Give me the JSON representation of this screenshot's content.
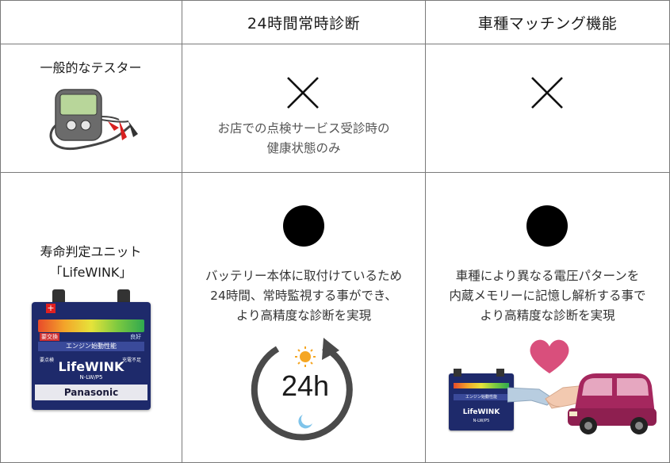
{
  "table": {
    "headers": [
      "24時間常時診断",
      "車種マッチング機能"
    ],
    "rows": [
      {
        "label": "一般的なテスター",
        "col1": {
          "mark": "cross",
          "note_lines": [
            "お店での点検サービス受診時の",
            "健康状態のみ"
          ]
        },
        "col2": {
          "mark": "cross"
        }
      },
      {
        "label_lines": [
          "寿命判定ユニット",
          "「LifeWINK」"
        ],
        "col1": {
          "mark": "dot",
          "desc_lines": [
            "バッテリー本体に取付けているため",
            "24時間、常時監視する事ができ、",
            "より高精度な診断を実現"
          ]
        },
        "col2": {
          "mark": "dot",
          "desc_lines": [
            "車種により異なる電圧パターンを",
            "内蔵メモリーに記憶し解析する事で",
            "より高精度な診断を実現"
          ]
        }
      }
    ]
  },
  "device": {
    "led_left": "要交換",
    "led_right": "良好",
    "strip": "エンジン始動性能",
    "tag_left": "要点検",
    "tag_right": "充電不足",
    "brand": "LifeWINK",
    "model": "N-LW/P5",
    "maker": "Panasonic"
  },
  "clock": {
    "text": "24h"
  },
  "mini_device": {
    "strip": "エンジン始動性能",
    "brand": "LifeWINK",
    "model": "N-LW/P5"
  },
  "colors": {
    "grid": "#7a7a7a",
    "sun": "#f5a623",
    "moon": "#7fc4ea",
    "heart": "#d94f7c",
    "car": "#a5275e"
  }
}
